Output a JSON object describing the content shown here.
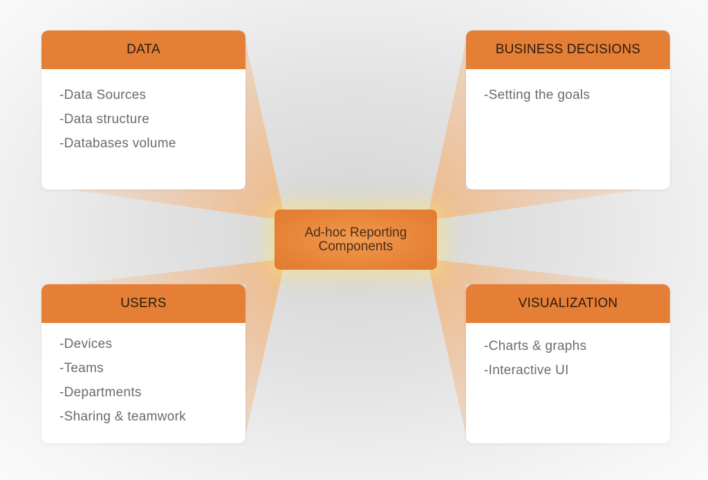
{
  "center": {
    "line1": "Ad-hoc Reporting",
    "line2": "Components"
  },
  "cards": [
    {
      "title": "DATA",
      "items": [
        "-Data Sources",
        "-Data structure",
        "-Databases volume"
      ]
    },
    {
      "title": "BUSINESS DECISIONS",
      "items": [
        "-Setting the goals"
      ]
    },
    {
      "title": "USERS",
      "items": [
        "-Devices",
        "-Teams",
        "-Departments",
        "-Sharing & teamwork"
      ]
    },
    {
      "title": "VISUALIZATION",
      "items": [
        "-Charts & graphs",
        "-Interactive UI"
      ]
    }
  ],
  "colors": {
    "accent": "#e57f35",
    "glow": "#ffe680"
  }
}
